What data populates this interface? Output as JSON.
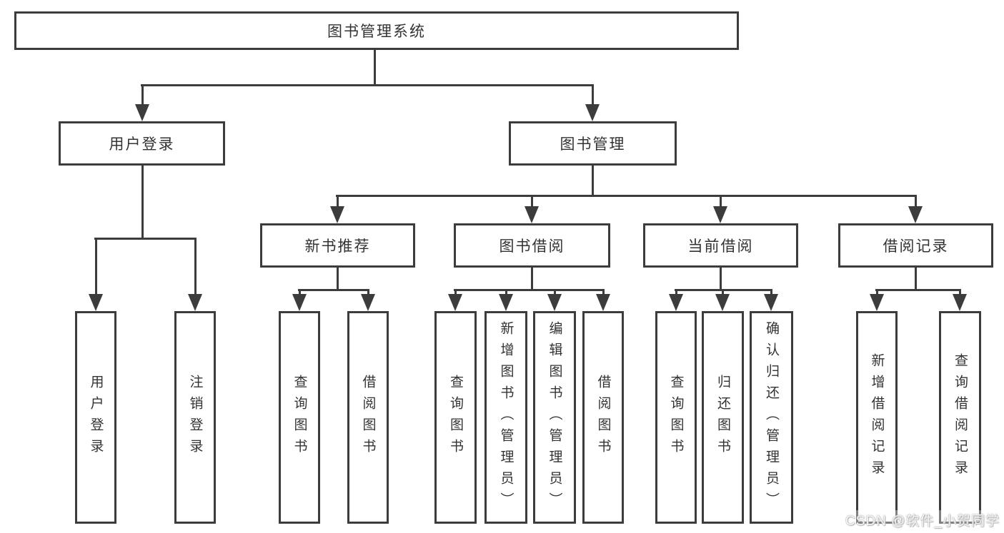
{
  "colors": {
    "line": "#3c3c3c",
    "text": "#333333",
    "background": "#ffffff"
  },
  "watermark": {
    "text": "CSDN @软件_小贺同学"
  },
  "tree": {
    "root": {
      "label": "图书管理系统"
    },
    "branches": [
      {
        "label": "用户登录",
        "children": [
          {
            "label": "用户登录"
          },
          {
            "label": "注销登录"
          }
        ]
      },
      {
        "label": "图书管理",
        "children": [
          {
            "label": "新书推荐",
            "children": [
              {
                "label": "查询图书"
              },
              {
                "label": "借阅图书"
              }
            ]
          },
          {
            "label": "图书借阅",
            "children": [
              {
                "label": "查询图书"
              },
              {
                "label": "新增图书（管理员）"
              },
              {
                "label": "编辑图书（管理员）"
              },
              {
                "label": "借阅图书"
              }
            ]
          },
          {
            "label": "当前借阅",
            "children": [
              {
                "label": "查询图书"
              },
              {
                "label": "归还图书"
              },
              {
                "label": "确认归还（管理员）"
              }
            ]
          },
          {
            "label": "借阅记录",
            "children": [
              {
                "label": "新增借阅记录"
              },
              {
                "label": "查询借阅记录"
              }
            ]
          }
        ]
      }
    ]
  }
}
